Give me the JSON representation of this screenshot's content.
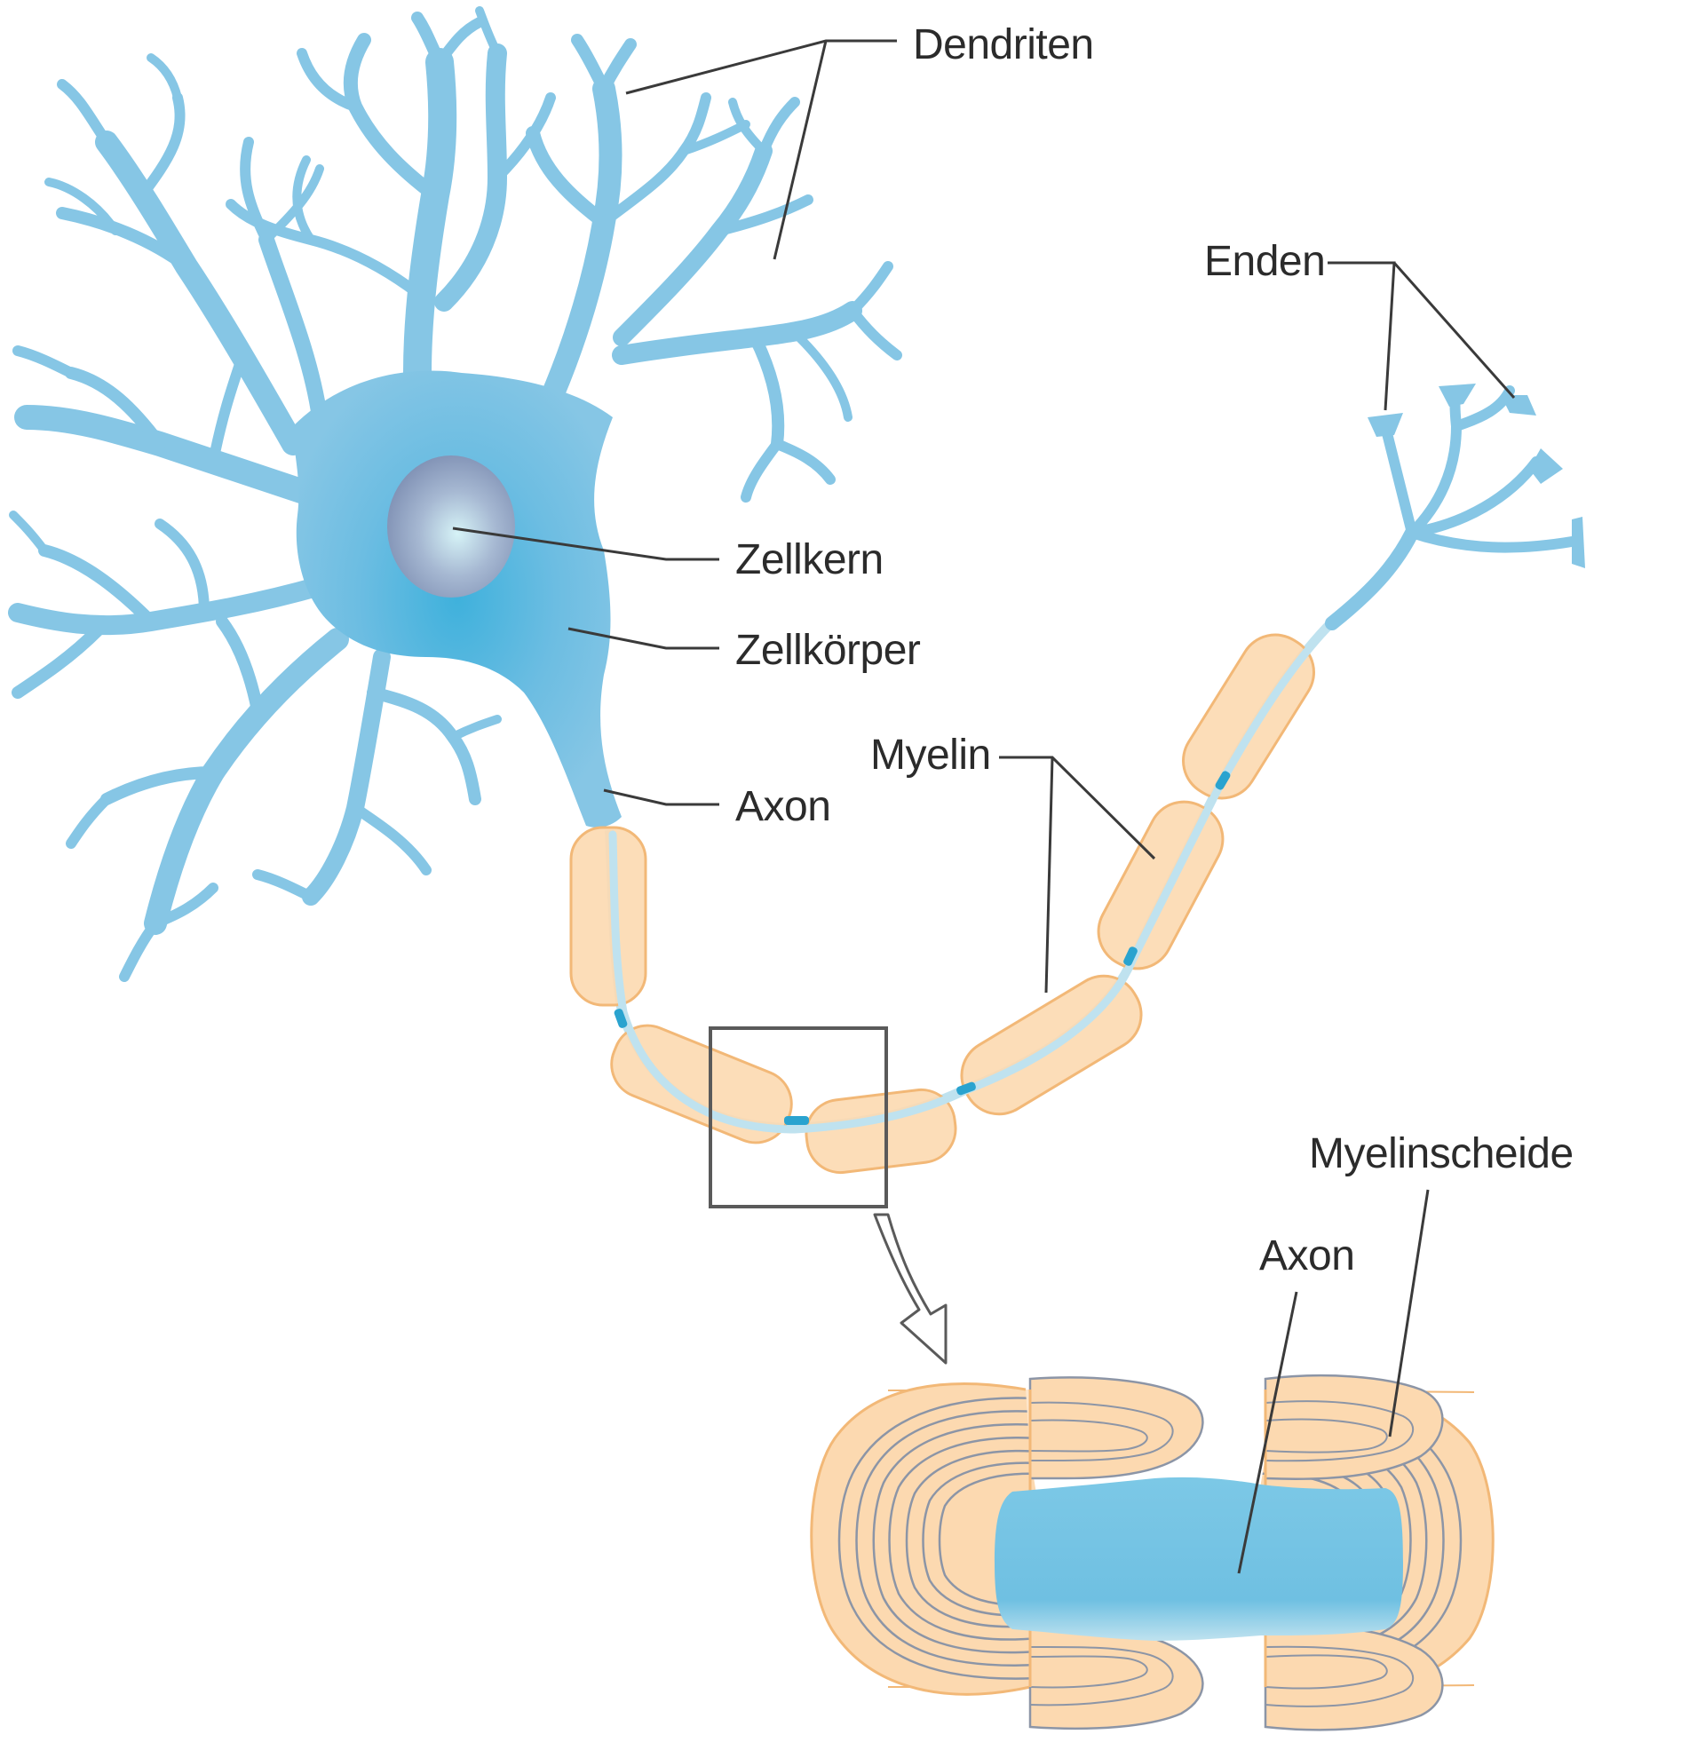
{
  "labels": {
    "dendrites": "Dendriten",
    "terminals": "Enden",
    "nucleus": "Zellkern",
    "cell_body": "Zellkörper",
    "axon_top": "Axon",
    "myelin": "Myelin",
    "myelin_sheath": "Myelinscheide",
    "axon_detail": "Axon"
  },
  "colors": {
    "neuron": "#86c6e5",
    "soma_center": "#3fb1dc",
    "nucleus_dark": "#7e8fb3",
    "nucleus_light": "#cdeef5",
    "myelin_fill": "#fcd9b0",
    "myelin_stroke": "#f2b877",
    "node": "#2aa3cf",
    "axon_inner": "#bfe2ef",
    "detail_axon": "#72c3e4",
    "sheath_layers": "#8c95a6"
  }
}
